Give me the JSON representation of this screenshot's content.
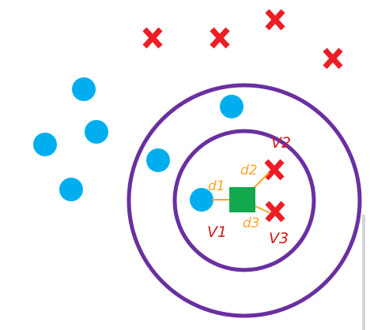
{
  "colors": {
    "circle_class": "#00aeef",
    "cross_class": "#ee1c24",
    "query": "#12a84e",
    "ring": "#6a2fa0",
    "distance_line": "#f5a623",
    "label_red": "#cc1b1b",
    "label_orange": "#f5a623"
  },
  "legend_symbols": {
    "circle": "blue-circle-icon",
    "cross": "red-cross-icon",
    "query": "green-square-icon"
  },
  "labels": {
    "v1": "V1",
    "v2": "V2",
    "v3": "V3",
    "d1": "d1",
    "d2": "d2",
    "d3": "d3"
  }
}
